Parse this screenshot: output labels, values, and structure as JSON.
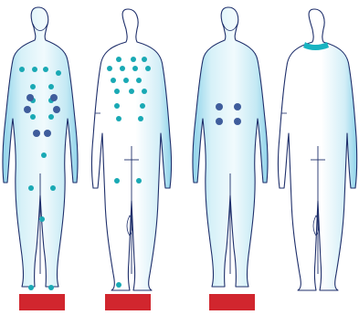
{
  "colors": {
    "outline": "#1f2f6b",
    "body_fill_light": "#e9f7fb",
    "body_fill_mid": "#bfe7f3",
    "body_fill_edge": "#8fd3ea",
    "point_teal": "#19a9b4",
    "point_navy": "#3f5d9c",
    "marker_red": "#d1262e",
    "neck_band": "#18b3c1"
  },
  "figures": [
    {
      "id": "figure-1",
      "view": "back",
      "shading": "full",
      "teal_points": 16,
      "navy_points": 6,
      "has_foot_marker": true
    },
    {
      "id": "figure-2",
      "view": "back",
      "shading": "right-edge",
      "teal_points": 20,
      "navy_points": 0,
      "has_foot_marker": true
    },
    {
      "id": "figure-3",
      "view": "back",
      "shading": "full",
      "teal_points": 0,
      "navy_points": 4,
      "has_foot_marker": true
    },
    {
      "id": "figure-4",
      "view": "back",
      "shading": "right-edge",
      "teal_points": 0,
      "navy_points": 0,
      "has_foot_marker": false,
      "neck_band": true
    }
  ]
}
